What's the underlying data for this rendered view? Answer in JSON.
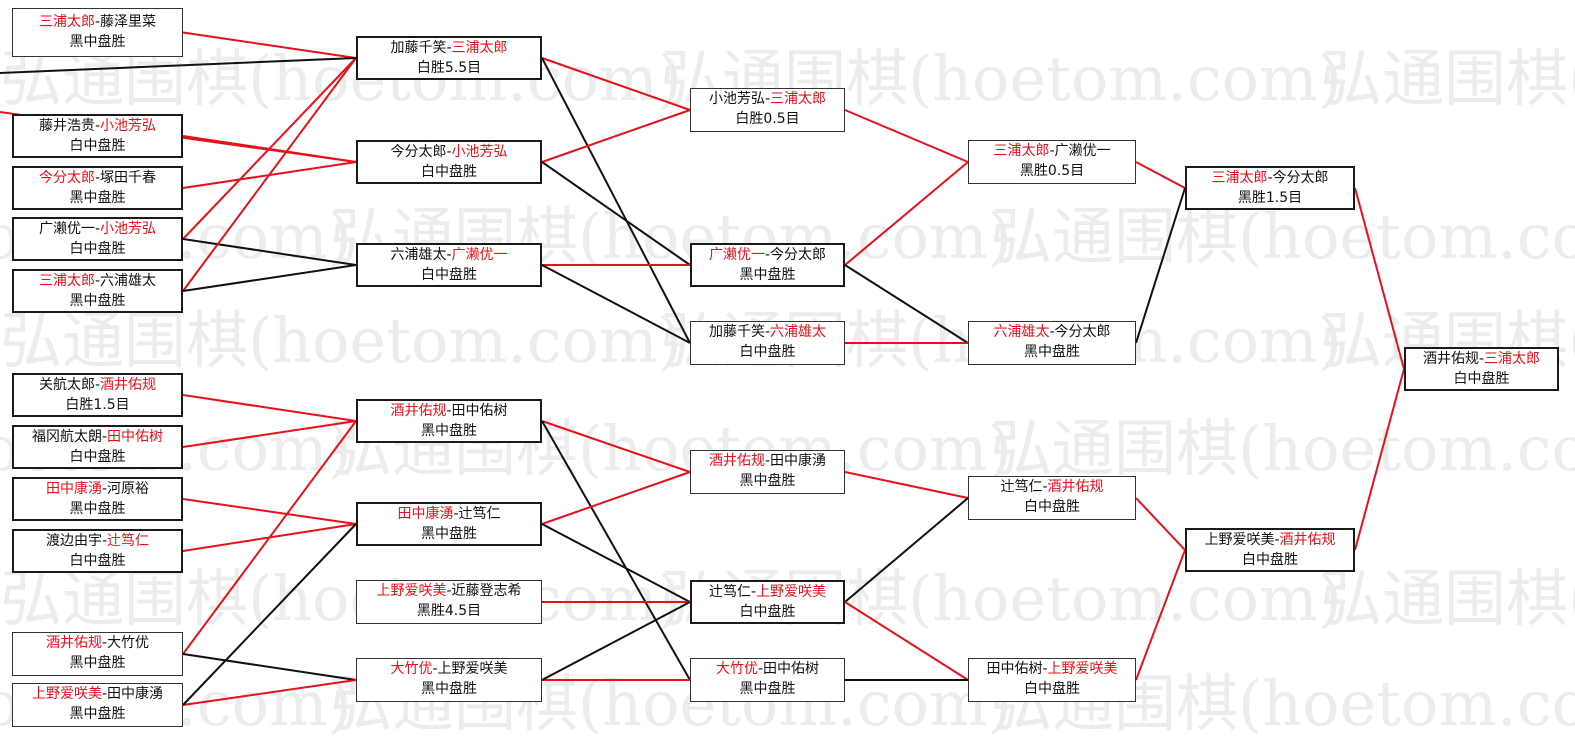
{
  "colors": {
    "winner": "#e8101a",
    "loser_line": "#111111",
    "winner_line": "#e8101a",
    "watermark": "#ececec"
  },
  "watermark": {
    "text": "弘通围棋(hoetom.com)"
  },
  "matches": [
    {
      "id": "r1_1",
      "p1": "三浦太郎",
      "p2": "藤泽里菜",
      "winner": 1,
      "result": "黑中盘胜"
    },
    {
      "id": "r1_2",
      "p1": "藤井浩贵",
      "p2": "小池芳弘",
      "winner": 2,
      "result": "白中盘胜"
    },
    {
      "id": "r1_3",
      "p1": "今分太郎",
      "p2": "塚田千春",
      "winner": 1,
      "result": "黑中盘胜"
    },
    {
      "id": "r1_4",
      "p1": "广濑优一",
      "p2": "小池芳弘",
      "winner": 2,
      "result": "白中盘胜"
    },
    {
      "id": "r1_5",
      "p1": "三浦太郎",
      "p2": "六浦雄太",
      "winner": 1,
      "result": "黑中盘胜"
    },
    {
      "id": "r1_6",
      "p1": "关航太郎",
      "p2": "酒井佑规",
      "winner": 2,
      "result": "白胜1.5目"
    },
    {
      "id": "r1_7",
      "p1": "福冈航太朗",
      "p2": "田中佑树",
      "winner": 2,
      "result": "白中盘胜"
    },
    {
      "id": "r1_8",
      "p1": "田中康湧",
      "p2": "河原裕",
      "winner": 1,
      "result": "黑中盘胜"
    },
    {
      "id": "r1_9",
      "p1": "渡边由宇",
      "p2": "辻笃仁",
      "winner": 2,
      "result": "白中盘胜"
    },
    {
      "id": "r1_10",
      "p1": "酒井佑规",
      "p2": "大竹优",
      "winner": 1,
      "result": "黑中盘胜"
    },
    {
      "id": "r1_11",
      "p1": "上野爱咲美",
      "p2": "田中康湧",
      "winner": 1,
      "result": "黑中盘胜"
    },
    {
      "id": "r2_1",
      "p1": "加藤千笑",
      "p2": "三浦太郎",
      "winner": 2,
      "result": "白胜5.5目"
    },
    {
      "id": "r2_2",
      "p1": "今分太郎",
      "p2": "小池芳弘",
      "winner": 2,
      "result": "白中盘胜"
    },
    {
      "id": "r2_3",
      "p1": "六浦雄太",
      "p2": "广濑优一",
      "winner": 2,
      "result": "白中盘胜"
    },
    {
      "id": "r2_4",
      "p1": "酒井佑规",
      "p2": "田中佑树",
      "winner": 1,
      "result": "黑中盘胜"
    },
    {
      "id": "r2_5",
      "p1": "田中康湧",
      "p2": "辻笃仁",
      "winner": 1,
      "result": "黑中盘胜"
    },
    {
      "id": "r2_6",
      "p1": "上野爱咲美",
      "p2": "近藤登志希",
      "winner": 1,
      "result": "黑胜4.5目"
    },
    {
      "id": "r2_7",
      "p1": "大竹优",
      "p2": "上野爱咲美",
      "winner": 1,
      "result": "黑中盘胜"
    },
    {
      "id": "r3_1",
      "p1": "小池芳弘",
      "p2": "三浦太郎",
      "winner": 2,
      "result": "白胜0.5目"
    },
    {
      "id": "r3_2",
      "p1": "广濑优一",
      "p2": "今分太郎",
      "winner": 1,
      "result": "黑中盘胜"
    },
    {
      "id": "r3_3",
      "p1": "加藤千笑",
      "p2": "六浦雄太",
      "winner": 2,
      "result": "白中盘胜"
    },
    {
      "id": "r3_4",
      "p1": "酒井佑规",
      "p2": "田中康湧",
      "winner": 1,
      "result": "黑中盘胜"
    },
    {
      "id": "r3_5",
      "p1": "辻笃仁",
      "p2": "上野爱咲美",
      "winner": 2,
      "result": "白中盘胜"
    },
    {
      "id": "r3_6",
      "p1": "大竹优",
      "p2": "田中佑树",
      "winner": 1,
      "result": "黑中盘胜"
    },
    {
      "id": "r4_1",
      "p1": "三浦太郎",
      "p2": "广濑优一",
      "winner": 1,
      "result": "黑胜0.5目"
    },
    {
      "id": "r4_2",
      "p1": "六浦雄太",
      "p2": "今分太郎",
      "winner": 1,
      "result": "黑中盘胜"
    },
    {
      "id": "r4_3",
      "p1": "辻笃仁",
      "p2": "酒井佑规",
      "winner": 2,
      "result": "白中盘胜"
    },
    {
      "id": "r4_4",
      "p1": "田中佑树",
      "p2": "上野爱咲美",
      "winner": 2,
      "result": "白中盘胜"
    },
    {
      "id": "r5_1",
      "p1": "三浦太郎",
      "p2": "今分太郎",
      "winner": 1,
      "result": "黑胜1.5目"
    },
    {
      "id": "r5_2",
      "p1": "上野爱咲美",
      "p2": "酒井佑规",
      "winner": 2,
      "result": "白中盘胜"
    },
    {
      "id": "final",
      "p1": "酒井佑规",
      "p2": "三浦太郎",
      "winner": 2,
      "result": "白中盘胜"
    }
  ],
  "connections": [
    {
      "from": "r1_1",
      "to": "r2_1",
      "won": true
    },
    {
      "from": "r1_2",
      "to": "r2_2",
      "won": true
    },
    {
      "from": "r1_3",
      "to": "r2_2",
      "won": true
    },
    {
      "from": "r1_4",
      "to": "r2_1",
      "won": true
    },
    {
      "from": "r1_4",
      "to": "r2_3",
      "won": false
    },
    {
      "from": "r1_5",
      "to": "r2_1",
      "won": true
    },
    {
      "from": "r1_5",
      "to": "r2_3",
      "won": false
    },
    {
      "from": "r1_6",
      "to": "r2_4",
      "won": true
    },
    {
      "from": "r1_7",
      "to": "r2_4",
      "won": true
    },
    {
      "from": "r1_8",
      "to": "r2_5",
      "won": true
    },
    {
      "from": "r1_9",
      "to": "r2_5",
      "won": true
    },
    {
      "from": "r1_10",
      "to": "r2_4",
      "won": true
    },
    {
      "from": "r1_10",
      "to": "r2_7",
      "won": false
    },
    {
      "from": "r1_11",
      "to": "r2_7",
      "won": true
    },
    {
      "from": "r1_11",
      "to": "r2_5",
      "won": false
    },
    {
      "from": "r2_1",
      "to": "r3_1",
      "won": true
    },
    {
      "from": "r2_1",
      "to": "r3_3",
      "won": false
    },
    {
      "from": "r2_2",
      "to": "r3_1",
      "won": true
    },
    {
      "from": "r2_2",
      "to": "r3_2",
      "won": false
    },
    {
      "from": "r2_3",
      "to": "r3_2",
      "won": true
    },
    {
      "from": "r2_3",
      "to": "r3_3",
      "won": false
    },
    {
      "from": "r2_4",
      "to": "r3_4",
      "won": true
    },
    {
      "from": "r2_4",
      "to": "r3_6",
      "won": false
    },
    {
      "from": "r2_5",
      "to": "r3_4",
      "won": true
    },
    {
      "from": "r2_5",
      "to": "r3_5",
      "won": false
    },
    {
      "from": "r2_6",
      "to": "r3_5",
      "won": true
    },
    {
      "from": "r2_7",
      "to": "r3_6",
      "won": true
    },
    {
      "from": "r2_7",
      "to": "r3_5",
      "won": false
    },
    {
      "from": "r3_1",
      "to": "r4_1",
      "won": true
    },
    {
      "from": "r3_2",
      "to": "r4_1",
      "won": true
    },
    {
      "from": "r3_2",
      "to": "r4_2",
      "won": false
    },
    {
      "from": "r3_3",
      "to": "r4_2",
      "won": true
    },
    {
      "from": "r3_4",
      "to": "r4_3",
      "won": true
    },
    {
      "from": "r3_5",
      "to": "r4_3",
      "won": false
    },
    {
      "from": "r3_5",
      "to": "r4_4",
      "won": true
    },
    {
      "from": "r3_6",
      "to": "r4_4",
      "won": false
    },
    {
      "from": "r4_1",
      "to": "r5_1",
      "won": true
    },
    {
      "from": "r4_2",
      "to": "r5_1",
      "won": false
    },
    {
      "from": "r4_3",
      "to": "r5_2",
      "won": true
    },
    {
      "from": "r4_4",
      "to": "r5_2",
      "won": true
    },
    {
      "from": "r5_1",
      "to": "final",
      "won": true
    },
    {
      "from": "r5_2",
      "to": "final",
      "won": true
    }
  ],
  "cutoff_lines": [
    {
      "to": "r2_1",
      "won": false
    },
    {
      "to": "r2_2",
      "won": true
    }
  ]
}
